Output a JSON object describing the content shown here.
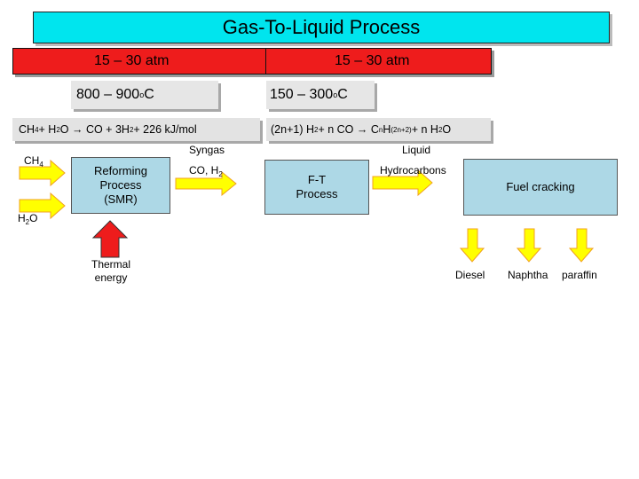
{
  "title": "Gas-To-Liquid Process",
  "pressure": {
    "left": "15 – 30 atm",
    "right": "15 – 30 atm"
  },
  "temperature": {
    "left": "800 – 900 ",
    "right": "150 – 300 ",
    "unit": "C",
    "degree": "o"
  },
  "reaction_smr": {
    "p1": "CH",
    "s1": "4",
    "p2": " + H",
    "s2": "2",
    "p3": "O  →  CO + 3H",
    "s3": "2",
    "p4": "  + 226 kJ/mol"
  },
  "reaction_ft": {
    "p1": "(2n+1) H",
    "s1": "2",
    "p2": " + n CO → C",
    "s2": "n",
    "p3": "H",
    "s3": "(2n+2)",
    "p4": " + n H",
    "s4": "2",
    "p5": "O"
  },
  "labels": {
    "ch4": {
      "base": "CH",
      "sub": "4"
    },
    "h2o": {
      "base": "H",
      "sub": "2",
      "tail": "O"
    },
    "syngas": "Syngas",
    "co_h2": {
      "base": "CO, H",
      "sub": "2"
    },
    "liquid": "Liquid",
    "hydrocarbons": "Hydrocarbons",
    "thermal_energy": "Thermal energy"
  },
  "boxes": {
    "reforming": "Reforming Process (SMR)",
    "ft": "F-T Process",
    "cracking": "Fuel cracking"
  },
  "products": [
    "Diesel",
    "Naphtha",
    "paraffin"
  ],
  "colors": {
    "title_bg": "#00e5ee",
    "pressure_bg": "#ee1c1c",
    "box_bg": "#add8e6",
    "arrow_yellow": "#ffff00",
    "arrow_orange_stroke": "#f0a020",
    "arrow_red": "#ee1c1c"
  },
  "icons": [
    "yellow-arrow-right",
    "yellow-arrow-down",
    "red-arrow-up"
  ]
}
